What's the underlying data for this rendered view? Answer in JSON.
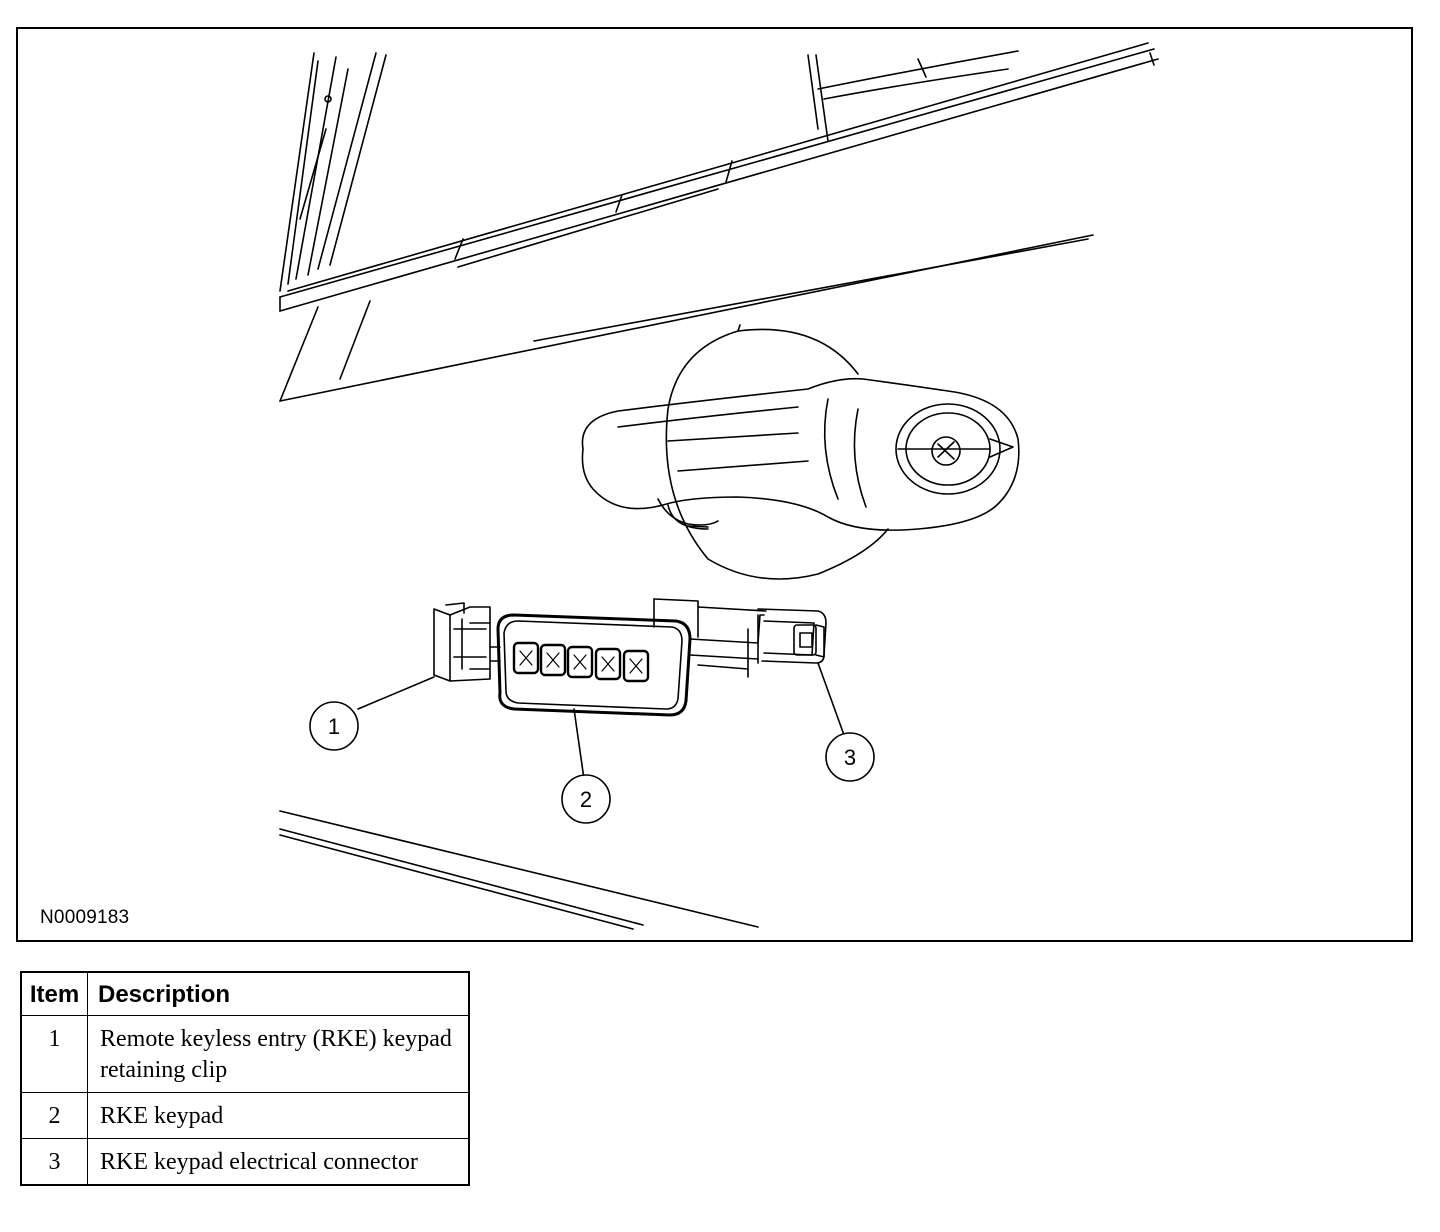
{
  "figure": {
    "id_label": "N0009183",
    "callouts": [
      {
        "number": "1",
        "target": "retaining-clip"
      },
      {
        "number": "2",
        "target": "keypad"
      },
      {
        "number": "3",
        "target": "electrical-connector"
      }
    ]
  },
  "legend": {
    "headers": {
      "item": "Item",
      "description": "Description"
    },
    "rows": [
      {
        "item": "1",
        "description": "Remote keyless entry (RKE) keypad retaining clip"
      },
      {
        "item": "2",
        "description": "RKE keypad"
      },
      {
        "item": "3",
        "description": "RKE keypad electrical connector"
      }
    ]
  }
}
